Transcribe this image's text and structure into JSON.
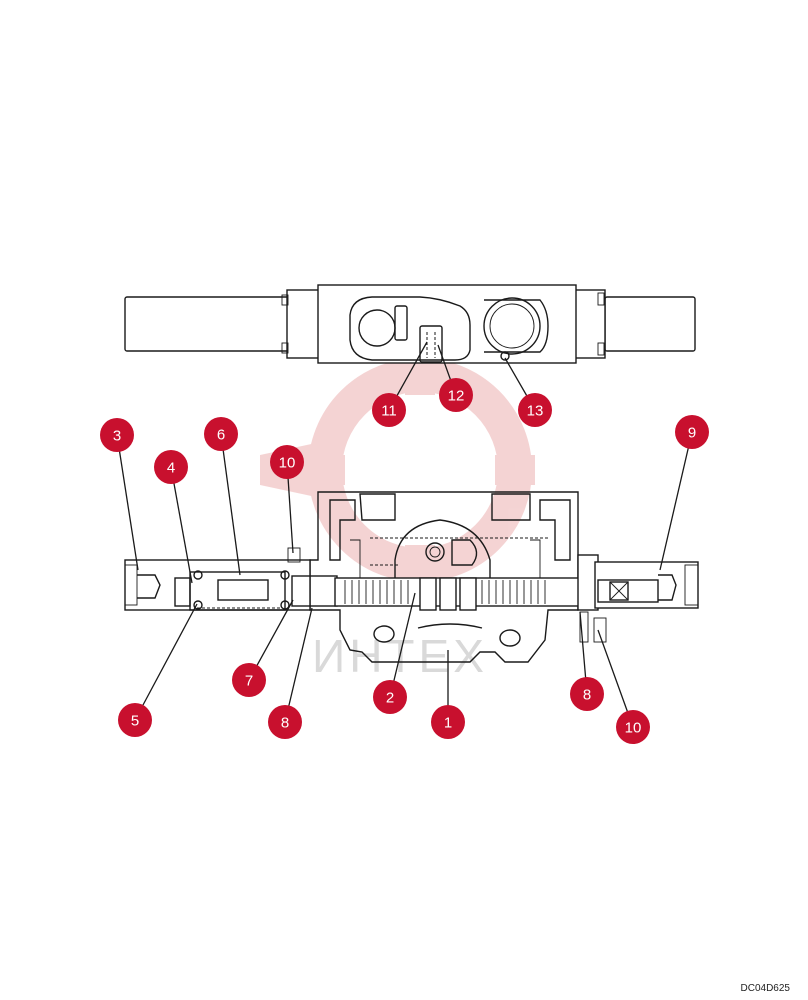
{
  "drawing_code": "DC04D625",
  "watermark": {
    "text": "ИНТЕХ",
    "color": "#d9d9d9",
    "logo_color": "#e8a0a0"
  },
  "callout_color": "#c8102e",
  "callouts": [
    {
      "id": "1",
      "label": "1"
    },
    {
      "id": "2",
      "label": "2"
    },
    {
      "id": "3",
      "label": "3"
    },
    {
      "id": "4",
      "label": "4"
    },
    {
      "id": "5",
      "label": "5"
    },
    {
      "id": "6",
      "label": "6"
    },
    {
      "id": "7",
      "label": "7"
    },
    {
      "id": "8a",
      "label": "8"
    },
    {
      "id": "8b",
      "label": "8"
    },
    {
      "id": "9",
      "label": "9"
    },
    {
      "id": "10a",
      "label": "10"
    },
    {
      "id": "10b",
      "label": "10"
    },
    {
      "id": "11",
      "label": "11"
    },
    {
      "id": "12",
      "label": "12"
    },
    {
      "id": "13",
      "label": "13"
    }
  ]
}
